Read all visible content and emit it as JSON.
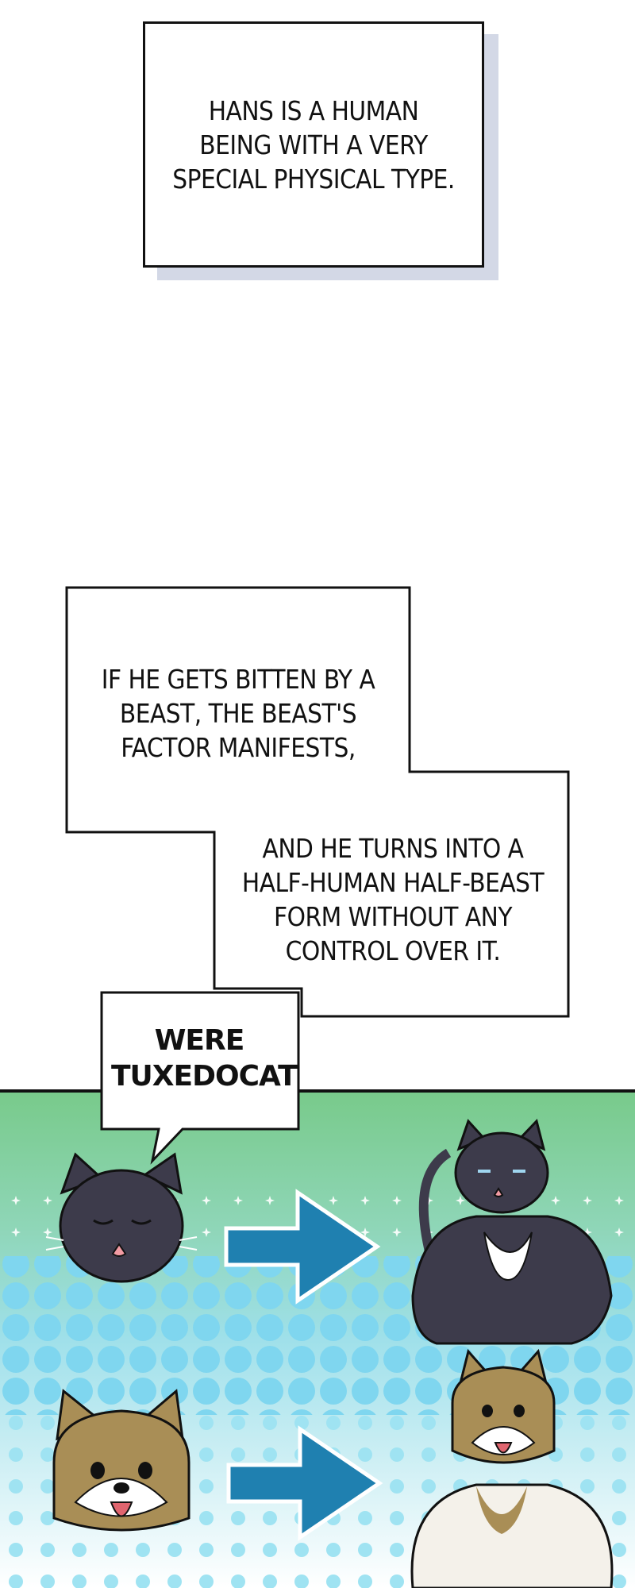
{
  "captions": {
    "intro": "HANS IS A HUMAN BEING WITH A VERY SPECIAL PHYSICAL TYPE.",
    "bitten": "IF HE GETS BITTEN BY A BEAST, THE BEAST'S FACTOR MANIFESTS,",
    "turns": "AND HE TURNS INTO A HALF-HUMAN HALF-BEAST FORM WITHOUT ANY CONTROL OVER IT."
  },
  "bubble": {
    "text": "WERE TUXEDOCAT"
  },
  "illustration": {
    "rows": [
      {
        "from": "cat-face-icon",
        "arrow": "arrow-right-icon",
        "to": "muscular-cat-icon"
      },
      {
        "from": "dog-face-icon",
        "arrow": "arrow-right-icon",
        "to": "muscular-dog-icon"
      }
    ],
    "colors": {
      "top_green": "#7ccf8f",
      "dots_blue": "#8fdcf0",
      "arrow": "#1f80b0",
      "cat_fur": "#3d3b4b",
      "dog_fur": "#a98e56"
    }
  }
}
